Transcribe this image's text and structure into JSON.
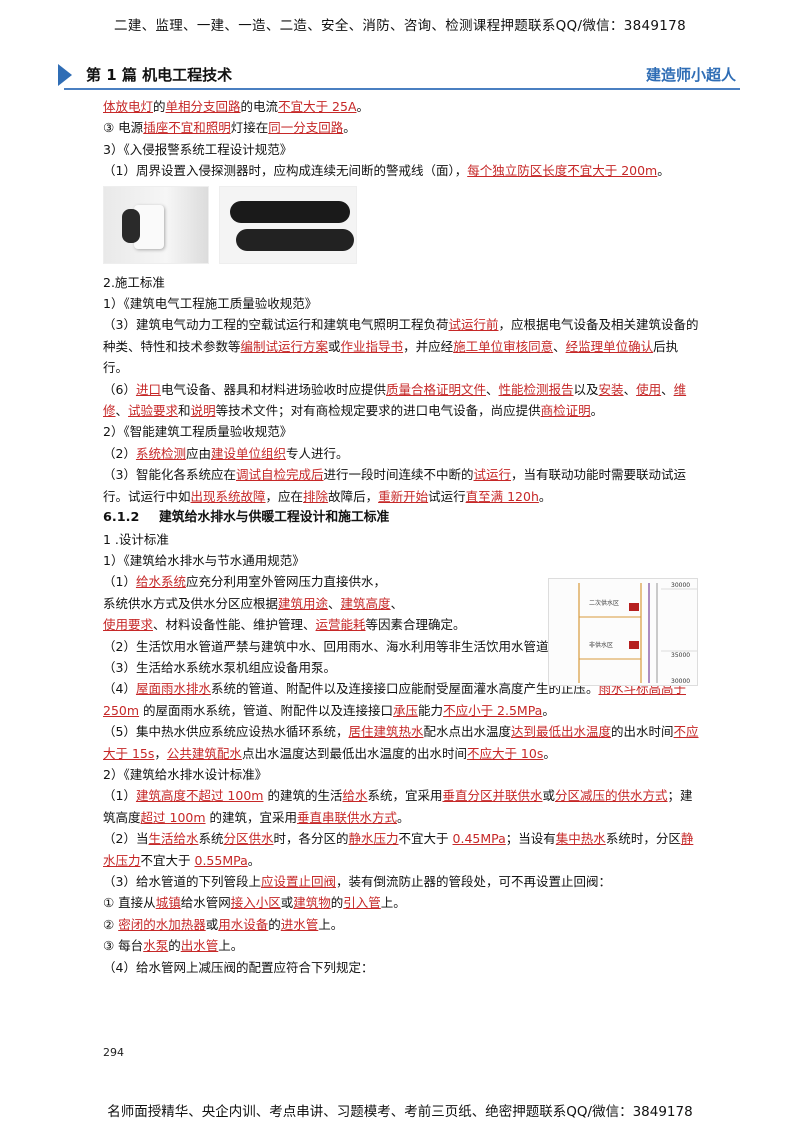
{
  "top_banner": "二建、监理、一建、一造、二造、安全、消防、咨询、检测课程押题联系QQ/微信：3849178",
  "header": {
    "chapter": "第 1 篇  机电工程技术",
    "brand": "建造师小超人"
  },
  "p1": {
    "a": "体放电灯",
    "b": "的",
    "c": "单相分支回路",
    "d": "的电流",
    "e": "不宜大于 25A",
    "f": "。"
  },
  "p2": {
    "a": "③  电源",
    "b": "插座不宜和照明",
    "c": "灯接在",
    "d": "同一分支回路",
    "e": "。"
  },
  "p3": "3）《入侵报警系统工程设计规范》",
  "p4": {
    "a": "（1）周界设置入侵探测器时，应构成连续无间断的警戒线（面），",
    "b": "每个独立防区长度不宜大于 200m",
    "c": "。"
  },
  "images": {
    "sensor": "wall-sensor-image",
    "beam": "beam-detector-image"
  },
  "p5": "2.施工标准",
  "p6": "1）《建筑电气工程施工质量验收规范》",
  "p7": {
    "a": "（3）建筑电气动力工程的空载试运行和建筑电气照明工程负荷",
    "b": "试运行前",
    "c": "，应根据电气设备及相关建筑设备的种类、特性和技术参数等",
    "d": "编制试运行方案",
    "e": "或",
    "f": "作业指导书",
    "g": "，并应经",
    "h": "施工单位审核同意",
    "i": "、",
    "j": "经监理单位确认",
    "k": "后执行。"
  },
  "p8": {
    "a": "（6）",
    "b": "进口",
    "c": "电气设备、器具和材料进场验收时应提供",
    "d": "质量合格证明文件",
    "e": "、",
    "f": "性能检测报告",
    "g": "以及",
    "h": "安装",
    "i": "、",
    "j": "使用",
    "k": "、",
    "l": "维修",
    "m": "、",
    "n": "试验要求",
    "o": "和",
    "p": "说明",
    "q": "等技术文件；对有商检规定要求的进口电气设备，尚应提供",
    "r": "商检证明",
    "s": "。"
  },
  "p9": "2）《智能建筑工程质量验收规范》",
  "p10": {
    "a": "（2）",
    "b": "系统检测",
    "c": "应由",
    "d": "建设单位组织",
    "e": "专人进行。"
  },
  "p11": {
    "a": "（3）智能化各系统应在",
    "b": "调试自检完成后",
    "c": "进行一段时间连续不中断的",
    "d": "试运行",
    "e": "，当有联动功能时需要联动试运行。试运行中如",
    "f": "出现系统故障",
    "g": "，应在",
    "h": "排除",
    "i": "故障后，",
    "j": "重新开始",
    "k": "试运行",
    "l": "直至满 120h",
    "m": "。"
  },
  "h612": {
    "num": "6.1.2",
    "title": "建筑给水排水与供暖工程设计和施工标准"
  },
  "p12": "1 .设计标准",
  "p13": "1）《建筑给水排水与节水通用规范》",
  "p14": {
    "a": "（1）",
    "b": "给水系统",
    "c": "应充分利用室外管网压力直接供水，"
  },
  "p15": {
    "a": "系统供水方式及供水分区应根据",
    "b": "建筑用途",
    "c": "、",
    "d": "建筑高度",
    "e": "、"
  },
  "p16": {
    "a": "使用要求",
    "b": "、材料设备性能、维护管理、",
    "c": "运营能耗",
    "d": "等因素合理确定。"
  },
  "p17": "（2）生活饮用水管道严禁与建筑中水、回用雨水、海水利用等非生活饮用水管道连接。",
  "p18": "（3）生活给水系统水泵机组应设备用泵。",
  "p19": {
    "a": "（4）",
    "b": "屋面雨水排水",
    "c": "系统的管道、附配件以及连接接口应能耐受屋面灌水高度产生的正压。",
    "d": "雨水斗标高高于 250m",
    "e": " 的屋面雨水系统，管道、附配件以及连接接口",
    "f": "承压",
    "g": "能力",
    "h": "不应小于 2.5MPa",
    "i": "。"
  },
  "p20": {
    "a": "（5）集中热水供应系统应设热水循环系统，",
    "b": "居住建筑热水",
    "c": "配水点出水温度",
    "d": "达到最低出水温度",
    "e": "的出水时间",
    "f": "不应大于 15s",
    "g": "，",
    "h": "公共建筑配水",
    "i": "点出水温度达到最低出水温度的出水时间",
    "j": "不应大于 10s",
    "k": "。"
  },
  "p21": "2）《建筑给水排水设计标准》",
  "p22": {
    "a": "（1）",
    "b": "建筑高度不超过 100m",
    "c": " 的建筑的生活",
    "d": "给水",
    "e": "系统，宜采用",
    "f": "垂直分区并联供水",
    "g": "或",
    "h": "分区减压的供水方式",
    "i": "；建筑高度",
    "j": "超过 100m",
    "k": " 的建筑，宜采用",
    "l": "垂直串联供水方式",
    "m": "。"
  },
  "p23": {
    "a": "（2）当",
    "b": "生活给水",
    "c": "系统",
    "d": "分区供水",
    "e": "时，各分区的",
    "f": "静水压力",
    "g": "不宜大于 ",
    "h": "0.45MPa",
    "i": "；当设有",
    "j": "集中热水",
    "k": "系统时，分区",
    "l": "静水压力",
    "m": "不宜大于 ",
    "n": "0.55MPa",
    "o": "。"
  },
  "p24": {
    "a": "（3）给水管道的下列管段上",
    "b": "应设置止回阀",
    "c": "，装有倒流防止器的管段处，可不再设置止回阀："
  },
  "p25": {
    "a": "①  直接从",
    "b": "城镇",
    "c": "给水管网",
    "d": "接入小区",
    "e": "或",
    "f": "建筑物",
    "g": "的",
    "h": "引入管",
    "i": "上。"
  },
  "p26": {
    "a": "②  ",
    "b": "密闭的水加热器",
    "c": "或",
    "d": "用水设备",
    "e": "的",
    "f": "进水管",
    "g": "上。"
  },
  "p27": {
    "a": "③  每台",
    "b": "水泵",
    "c": "的",
    "d": "出水管",
    "e": "上。"
  },
  "p28": "（4）给水管网上减压阀的配置应符合下列规定：",
  "diagram": {
    "label1": "二次供水区",
    "label2": "非供水区",
    "tick1": "30000",
    "tick2": "35000",
    "tick3": "30000"
  },
  "page_number": "294",
  "bottom_banner": "名师面授精华、央企内训、考点串讲、习题模考、考前三页纸、绝密押题联系QQ/微信：3849178",
  "colors": {
    "accent_red": "#c62828",
    "header_blue": "#2f6db5"
  }
}
